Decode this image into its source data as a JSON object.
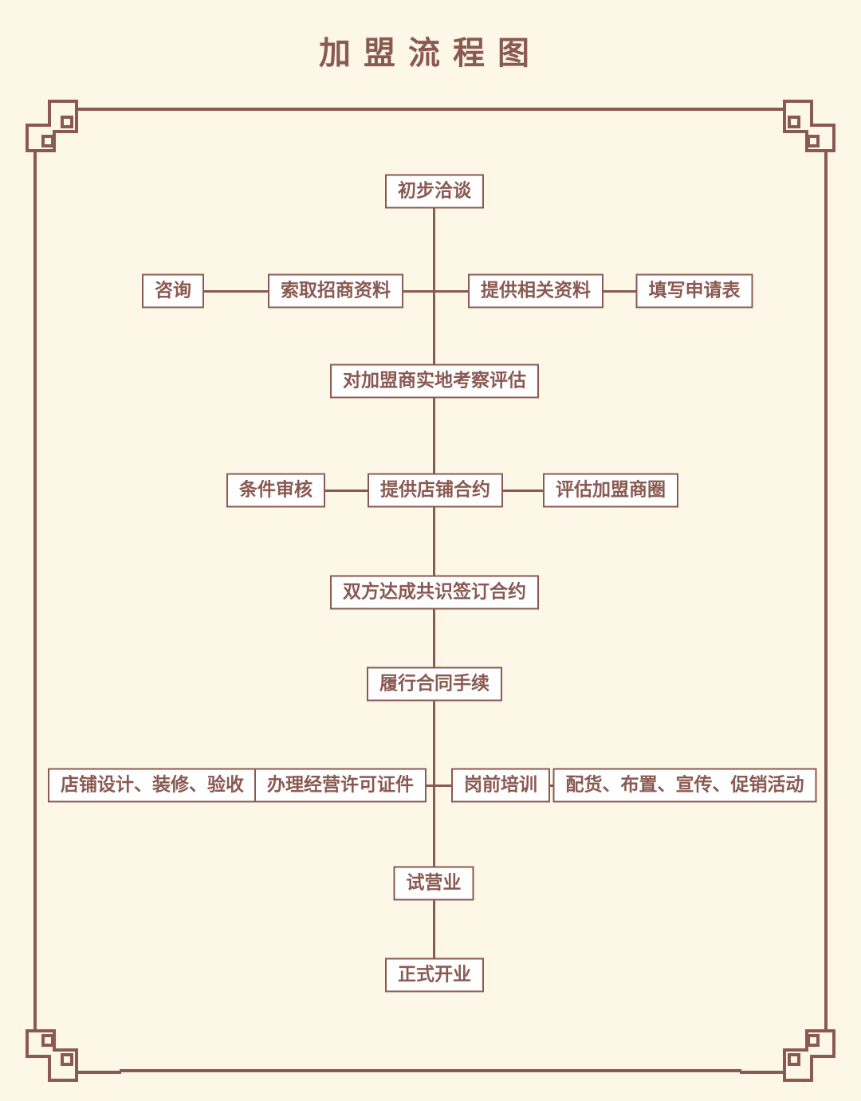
{
  "title": "加盟流程图",
  "colors": {
    "background": "#fdf7e8",
    "accent_brown": "#8a5a52",
    "node_background": "#ffffff"
  },
  "flowchart": {
    "type": "flowchart",
    "description": "franchise joining process flow, vertical spine with branch rows",
    "rows": [
      {
        "nodes": [
          {
            "label": "初步洽谈"
          }
        ]
      },
      {
        "nodes": [
          {
            "label": "咨询"
          },
          {
            "label": "索取招商资料"
          },
          {
            "label": "提供相关资料"
          },
          {
            "label": "填写申请表"
          }
        ]
      },
      {
        "nodes": [
          {
            "label": "对加盟商实地考察评估"
          }
        ]
      },
      {
        "nodes": [
          {
            "label": "条件审核"
          },
          {
            "label": "提供店铺合约"
          },
          {
            "label": "评估加盟商圈"
          }
        ]
      },
      {
        "nodes": [
          {
            "label": "双方达成共识签订合约"
          }
        ]
      },
      {
        "nodes": [
          {
            "label": "履行合同手续"
          }
        ]
      },
      {
        "nodes": [
          {
            "label": "店铺设计、装修、验收"
          },
          {
            "label": "办理经营许可证件"
          },
          {
            "label": "岗前培训"
          },
          {
            "label": "配货、布置、宣传、促销活动"
          }
        ]
      },
      {
        "nodes": [
          {
            "label": "试营业"
          }
        ]
      },
      {
        "nodes": [
          {
            "label": "正式开业"
          }
        ]
      }
    ],
    "spine_order": [
      "初步洽谈",
      "对加盟商实地考察评估",
      "双方达成共识签订合约",
      "履行合同手续",
      "试营业",
      "正式开业"
    ]
  }
}
